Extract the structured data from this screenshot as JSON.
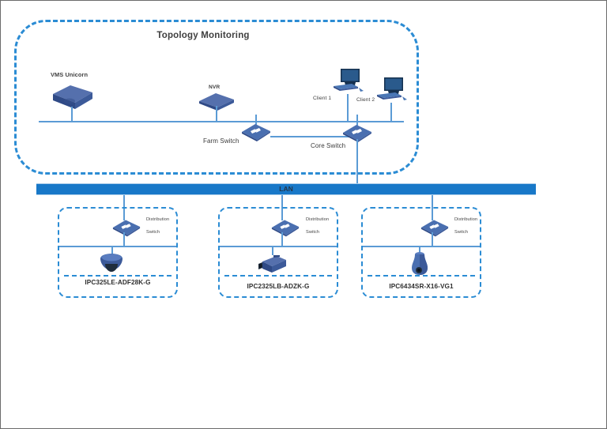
{
  "diagram": {
    "title": "Topology Monitoring",
    "lan_label": "LAN",
    "colors": {
      "accent_blue": "#2b8cd4",
      "line_blue": "#5b9bd5",
      "lan_bar": "#1878c8",
      "device_blue": "#3c5a99",
      "text_dark": "#3f3f3f"
    }
  },
  "monitoring_zone": {
    "title": "Topology Monitoring",
    "devices": [
      {
        "id": "vms",
        "label": "VMS Unicorn",
        "icon": "server-icon"
      },
      {
        "id": "nvr",
        "label": "NVR",
        "icon": "nvr-icon"
      },
      {
        "id": "client1",
        "label": "Client 1",
        "icon": "desktop-computer-icon"
      },
      {
        "id": "client2",
        "label": "Client 2",
        "icon": "desktop-computer-icon"
      }
    ],
    "switches": [
      {
        "id": "farm",
        "label": "Farm Switch",
        "icon": "network-switch-icon"
      },
      {
        "id": "core",
        "label": "Core Switch",
        "icon": "network-switch-icon"
      }
    ]
  },
  "camera_groups": [
    {
      "id": "group1",
      "switch_label_line1": "Distribution",
      "switch_label_line2": "Switch",
      "switch_icon": "network-switch-icon",
      "camera_icon": "dome-camera-icon",
      "camera_model": "IPC325LE-ADF28K-G"
    },
    {
      "id": "group2",
      "switch_label_line1": "Distribution",
      "switch_label_line2": "Switch",
      "switch_icon": "network-switch-icon",
      "camera_icon": "box-camera-icon",
      "camera_model": "IPC2325LB-ADZK-G"
    },
    {
      "id": "group3",
      "switch_label_line1": "Distribution",
      "switch_label_line2": "Switch",
      "switch_icon": "network-switch-icon",
      "camera_icon": "ptz-camera-icon",
      "camera_model": "IPC6434SR-X16-VG1"
    }
  ]
}
